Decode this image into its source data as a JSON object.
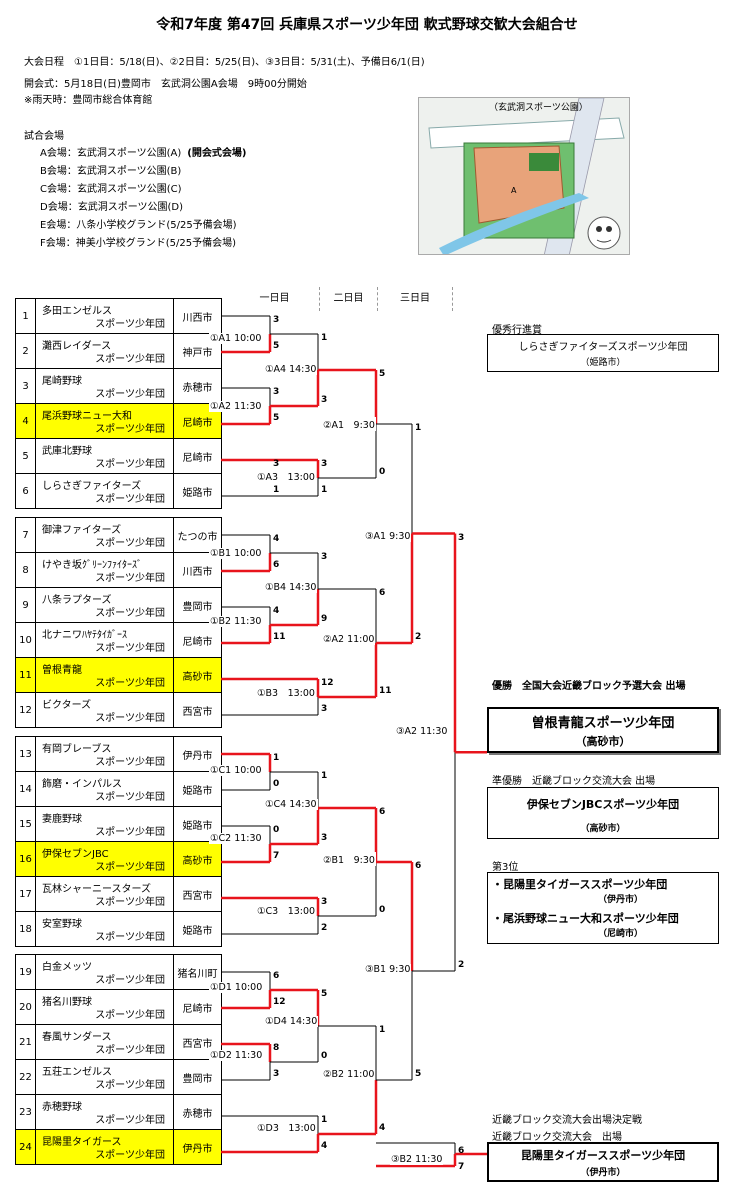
{
  "title": "令和7年度 第47回 兵庫県スポーツ少年団 軟式野球交歓大会組合せ",
  "schedule": "大会日程　①1日目：5/18(日)、②2日目：5/25(日)、③3日目：5/31(土)、予備日6/1(日)",
  "opening": "開会式：5月18日(日)豊岡市　玄武洞公園A会場　9時00分開始",
  "rain": "※雨天時：豊岡市総合体育館",
  "venues_title": "試合会場",
  "venues": [
    {
      "text": "A会場：玄武洞スポーツ公園(A)",
      "note": "(開会式会場)"
    },
    {
      "text": "B会場：玄武洞スポーツ公園(B)",
      "note": ""
    },
    {
      "text": "C会場：玄武洞スポーツ公園(C)",
      "note": ""
    },
    {
      "text": "D会場：玄武洞スポーツ公園(D)",
      "note": ""
    },
    {
      "text": "E会場：八条小学校グランド(5/25予備会場)",
      "note": ""
    },
    {
      "text": "F会場：神美小学校グランド(5/25予備会場)",
      "note": ""
    }
  ],
  "map": {
    "caption": "（玄武洞スポーツ公園）",
    "field_label": "A"
  },
  "days": [
    "一日目",
    "二日目",
    "三日目"
  ],
  "teams": [
    {
      "no": "1",
      "name": "多田エンゼルス",
      "suffix": "スポーツ少年団",
      "city": "川西市",
      "hl": false
    },
    {
      "no": "2",
      "name": "灘西レイダース",
      "suffix": "スポーツ少年団",
      "city": "神戸市",
      "hl": false
    },
    {
      "no": "3",
      "name": "尾崎野球",
      "suffix": "スポーツ少年団",
      "city": "赤穂市",
      "hl": false
    },
    {
      "no": "4",
      "name": "尾浜野球ニュー大和",
      "suffix": "スポーツ少年団",
      "city": "尼崎市",
      "hl": true
    },
    {
      "no": "5",
      "name": "武庫北野球",
      "suffix": "スポーツ少年団",
      "city": "尼崎市",
      "hl": false
    },
    {
      "no": "6",
      "name": "しらさぎファイターズ",
      "suffix": "スポーツ少年団",
      "city": "姫路市",
      "hl": false
    },
    {
      "no": "7",
      "name": "御津ファイターズ",
      "suffix": "スポーツ少年団",
      "city": "たつの市",
      "hl": false
    },
    {
      "no": "8",
      "name": "けやき坂ｸﾞﾘｰﾝﾌｧｲﾀｰｽﾞ",
      "suffix": "スポーツ少年団",
      "city": "川西市",
      "hl": false
    },
    {
      "no": "9",
      "name": "八条ラプターズ",
      "suffix": "スポーツ少年団",
      "city": "豊岡市",
      "hl": false
    },
    {
      "no": "10",
      "name": "北ナニワﾊﾔﾃﾀｲｶﾞｰｽ",
      "suffix": "スポーツ少年団",
      "city": "尼崎市",
      "hl": false
    },
    {
      "no": "11",
      "name": "曽根青龍",
      "suffix": "スポーツ少年団",
      "city": "高砂市",
      "hl": true
    },
    {
      "no": "12",
      "name": "ビクターズ",
      "suffix": "スポーツ少年団",
      "city": "西宮市",
      "hl": false
    },
    {
      "no": "13",
      "name": "有岡ブレーブス",
      "suffix": "スポーツ少年団",
      "city": "伊丹市",
      "hl": false
    },
    {
      "no": "14",
      "name": "飾磨・インパルス",
      "suffix": "スポーツ少年団",
      "city": "姫路市",
      "hl": false
    },
    {
      "no": "15",
      "name": "妻鹿野球",
      "suffix": "スポーツ少年団",
      "city": "姫路市",
      "hl": false
    },
    {
      "no": "16",
      "name": "伊保セブンJBC",
      "suffix": "スポーツ少年団",
      "city": "高砂市",
      "hl": true
    },
    {
      "no": "17",
      "name": "瓦林シャーニースターズ",
      "suffix": "スポーツ少年団",
      "city": "西宮市",
      "hl": false
    },
    {
      "no": "18",
      "name": "安室野球",
      "suffix": "スポーツ少年団",
      "city": "姫路市",
      "hl": false
    },
    {
      "no": "19",
      "name": "白金メッツ",
      "suffix": "スポーツ少年団",
      "city": "猪名川町",
      "hl": false
    },
    {
      "no": "20",
      "name": "猪名川野球",
      "suffix": "スポーツ少年団",
      "city": "尼崎市",
      "hl": false
    },
    {
      "no": "21",
      "name": "春風サンダース",
      "suffix": "スポーツ少年団",
      "city": "西宮市",
      "hl": false
    },
    {
      "no": "22",
      "name": "五荘エンゼルス",
      "suffix": "スポーツ少年団",
      "city": "豊岡市",
      "hl": false
    },
    {
      "no": "23",
      "name": "赤穂野球",
      "suffix": "スポーツ少年団",
      "city": "赤穂市",
      "hl": false
    },
    {
      "no": "24",
      "name": "昆陽里タイガース",
      "suffix": "スポーツ少年団",
      "city": "伊丹市",
      "hl": true
    }
  ],
  "matches": [
    {
      "label": "①A1 10:00",
      "s1": "3",
      "s2": "5"
    },
    {
      "label": "①A2 11:30",
      "s1": "3",
      "s2": "5"
    },
    {
      "label": "①A3　13:00",
      "s1": "3",
      "s2": "1"
    },
    {
      "label": "①A4 14:30",
      "s1": "1",
      "s2": "3"
    },
    {
      "label": "②A1　9:30",
      "s1": "5",
      "s2": "0"
    },
    {
      "label": "①B1 10:00",
      "s1": "4",
      "s2": "6"
    },
    {
      "label": "①B2 11:30",
      "s1": "4",
      "s2": "11"
    },
    {
      "label": "①B3　13:00",
      "s1": "12",
      "s2": "3"
    },
    {
      "label": "①B4 14:30",
      "s1": "3",
      "s2": "9"
    },
    {
      "label": "②A2 11:00",
      "s1": "6",
      "s2": "11"
    },
    {
      "label": "③A1 9:30",
      "s1": "1",
      "s2": "2"
    },
    {
      "label": "①C1 10:00",
      "s1": "1",
      "s2": "0"
    },
    {
      "label": "①C2 11:30",
      "s1": "0",
      "s2": "7"
    },
    {
      "label": "①C3　13:00",
      "s1": "3",
      "s2": "2"
    },
    {
      "label": "①C4 14:30",
      "s1": "1",
      "s2": "3"
    },
    {
      "label": "②B1　9:30",
      "s1": "6",
      "s2": "0"
    },
    {
      "label": "①D1 10:00",
      "s1": "6",
      "s2": "12"
    },
    {
      "label": "①D2 11:30",
      "s1": "8",
      "s2": "3"
    },
    {
      "label": "①D3　13:00",
      "s1": "1",
      "s2": "4"
    },
    {
      "label": "①D4 14:30",
      "s1": "5",
      "s2": "0"
    },
    {
      "label": "②B2 11:00",
      "s1": "1",
      "s2": "4"
    },
    {
      "label": "③B1 9:30",
      "s1": "6",
      "s2": "5"
    },
    {
      "label": "③A2 11:30",
      "s1": "3",
      "s2": "2"
    },
    {
      "label": "③B2 11:30",
      "s1": "6",
      "s2": "7"
    }
  ],
  "results": {
    "award_title": "優秀行進賞",
    "award_team": "しらさぎファイターズスポーツ少年団",
    "award_city": "（姫路市）",
    "winner_title": "優勝　全国大会近畿ブロック予選大会 出場",
    "winner_team": "曽根青龍スポーツ少年団",
    "winner_city": "（高砂市）",
    "runner_title": "準優勝　近畿ブロック交流大会 出場",
    "runner_team": "伊保セブンJBCスポーツ少年団",
    "runner_city": "（高砂市）",
    "third_title": "第3位",
    "third_team1": "・昆陽里タイガーススポーツ少年団",
    "third_city1": "（伊丹市）",
    "third_team2": "・尾浜野球ニュー大和スポーツ少年団",
    "third_city2": "（尼崎市）",
    "kinki_title1": "近畿ブロック交流大会出場決定戦",
    "kinki_title2": "近畿ブロック交流大会　出場",
    "kinki_team": "昆陽里タイガーススポーツ少年団",
    "kinki_city": "（伊丹市）"
  }
}
